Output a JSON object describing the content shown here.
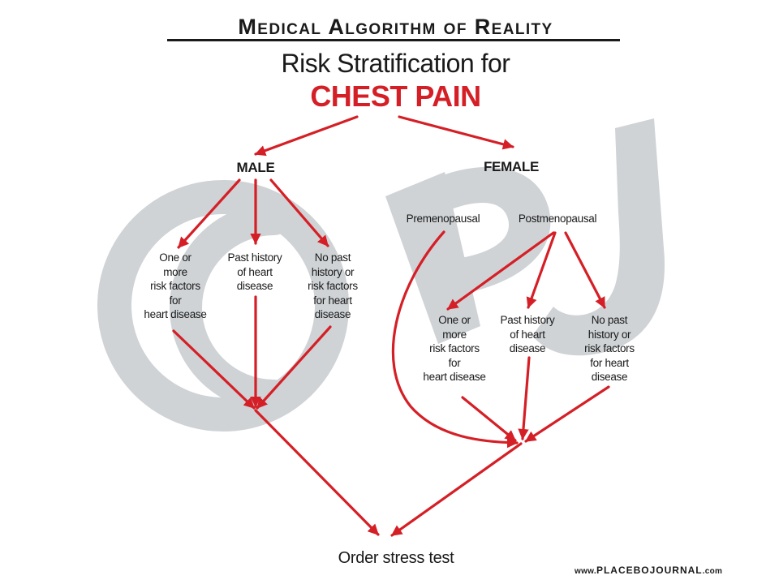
{
  "header": {
    "title": "Medical Algorithm of Reality",
    "subtitle": "Risk Stratification for",
    "heading": "CHEST PAIN"
  },
  "watermark": {
    "text": "©PJ",
    "color": "#cfd3d6"
  },
  "colors": {
    "arrow": "#d51f26",
    "heading": "#d51f26",
    "text": "#1a1a1a"
  },
  "branches": {
    "male": {
      "label": "MALE",
      "nodes": [
        "One or\nmore\nrisk factors\nfor\nheart disease",
        "Past history\nof heart\ndisease",
        "No past\nhistory or\nrisk factors\nfor heart\ndisease"
      ]
    },
    "female": {
      "label": "FEMALE",
      "premenopausal": "Premenopausal",
      "postmenopausal": "Postmenopausal",
      "nodes": [
        "One or\nmore\nrisk factors\nfor\nheart disease",
        "Past history\nof heart\ndisease",
        "No past\nhistory or\nrisk factors\nfor heart\ndisease"
      ]
    }
  },
  "result": "Order stress test",
  "footer": {
    "site_prefix": "www.",
    "site_main": "PLACEBOJOURNAL",
    "site_suffix": ".com"
  }
}
